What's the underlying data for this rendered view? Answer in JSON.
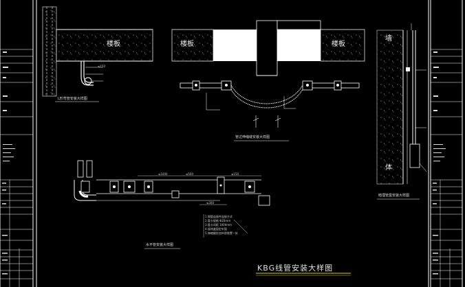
{
  "drawing": {
    "title": "KBG线管安装大样图",
    "colors": {
      "background": "#000000",
      "line": "#ffffff",
      "annotation": "#e8e8e8",
      "title_underline": "#d8d020"
    }
  },
  "details": {
    "slab_label": "楼板",
    "wall_label_top": "墙",
    "wall_label_bottom": "体",
    "l_bend_caption": "L形弯管安装大样图",
    "expansion_joint_caption": "管过伸缩缝安装大样图",
    "wall_box_caption": "暗埋管盒安装大样图",
    "horizontal_run_caption": "水平管安装大样图"
  },
  "dimensions": {
    "d1": "≤150",
    "d2": "≤500",
    "d3": "≤150",
    "d4": "≤300",
    "d5": "≤1000"
  },
  "notes": {
    "n1": "1.钢管连接件连接方式",
    "n2": "2.管卡规格 Φ20mm",
    "n3": "3.管卡间距 1000mm",
    "n4": "4.接线盒固定牢固",
    "n5": "5.伸缩缝处加补偿装置一处"
  }
}
